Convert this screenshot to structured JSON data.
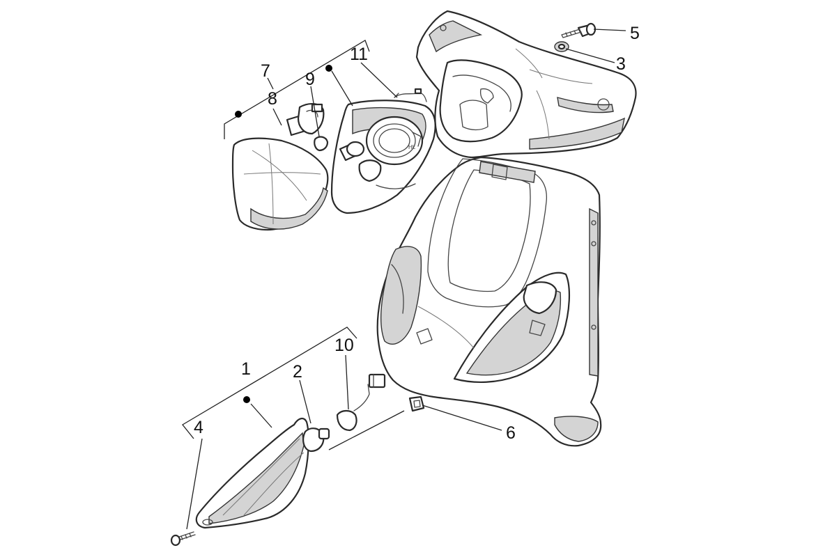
{
  "callouts": {
    "c1": "1",
    "c2": "2",
    "c3": "3",
    "c4": "4",
    "c5": "5",
    "c6": "6",
    "c7": "7",
    "c8": "8",
    "c9": "9",
    "c10": "10",
    "c11": "11"
  },
  "colors": {
    "line": "#2a2a2a",
    "shading": "#d4d4d4",
    "background": "#ffffff"
  }
}
